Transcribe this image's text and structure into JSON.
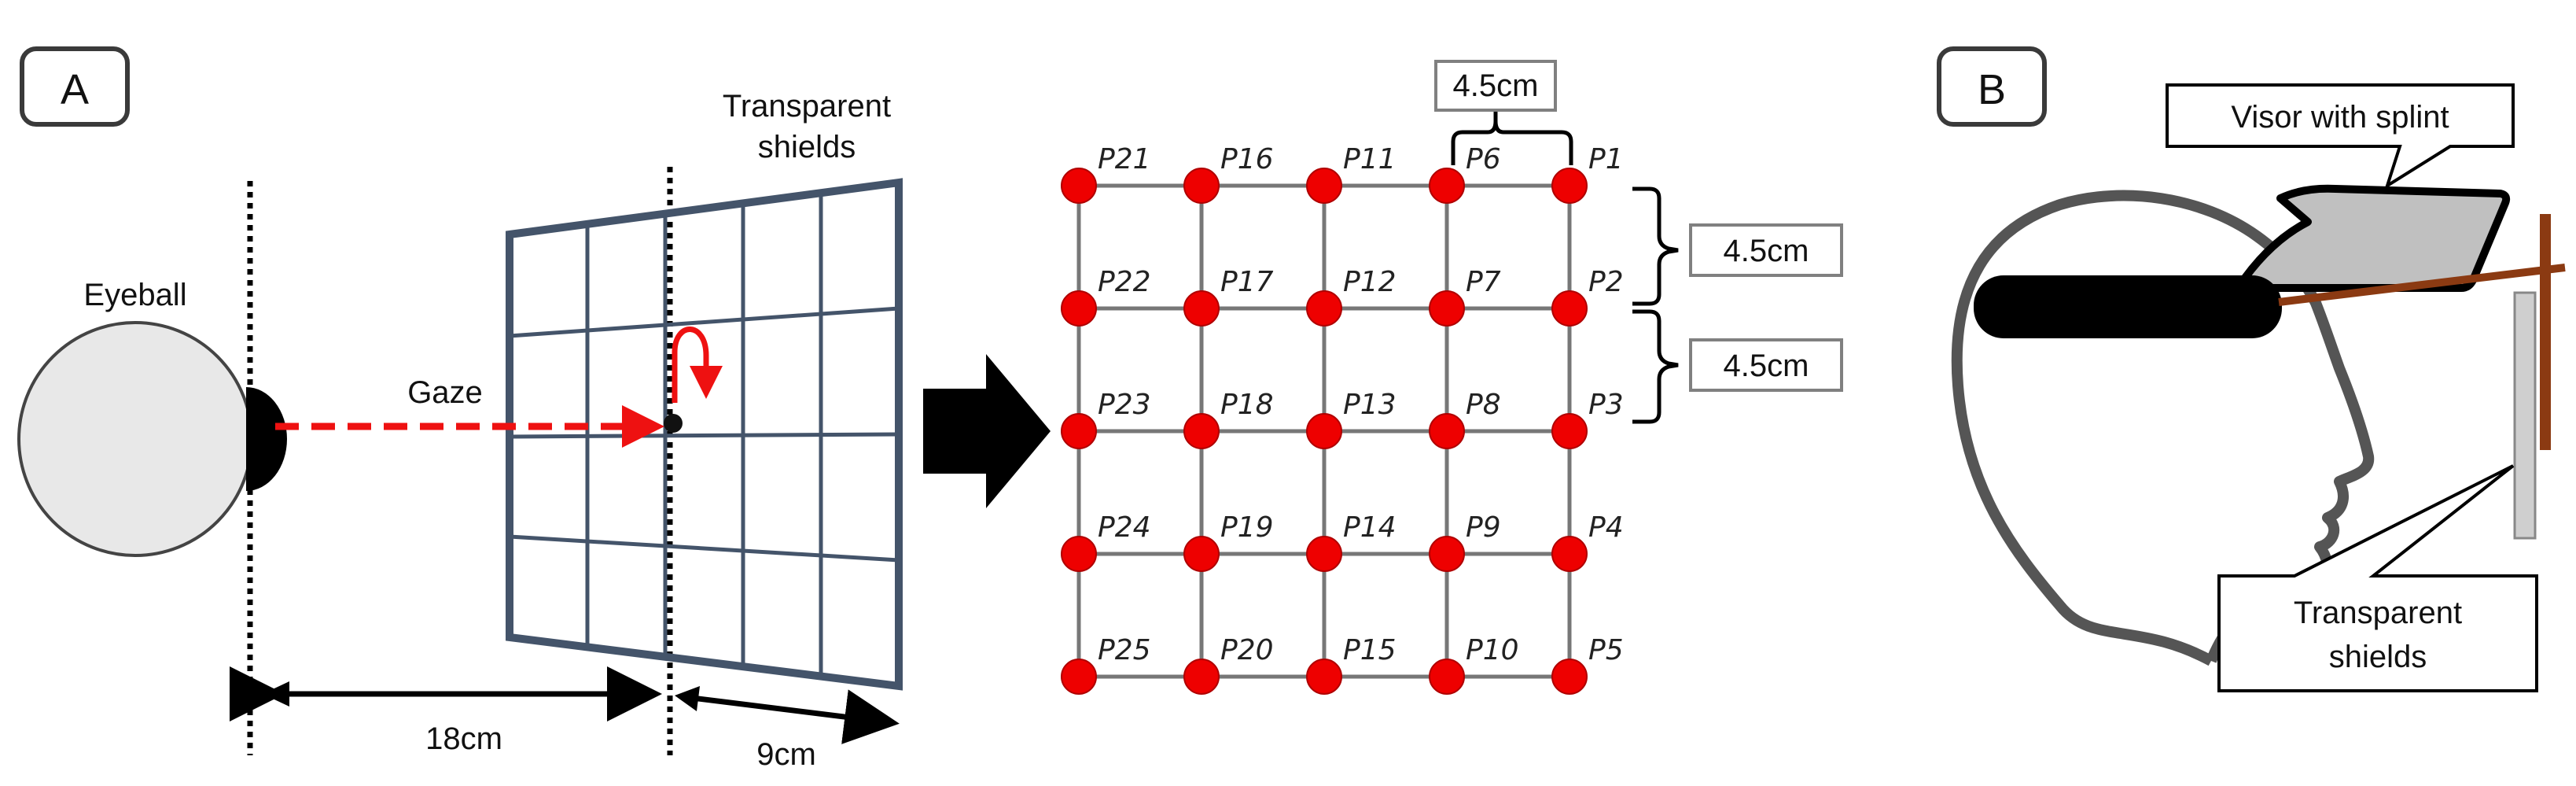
{
  "panel_a": {
    "badge": "A",
    "eyeball_label": "Eyeball",
    "gaze_label": "Gaze",
    "shields_label_line1": "Transparent",
    "shields_label_line2": "shields",
    "dist_eye_to_shield": "18cm",
    "dist_shield_width": "9cm"
  },
  "grid": {
    "points": [
      [
        "P21",
        "P16",
        "P11",
        "P6",
        "P1"
      ],
      [
        "P22",
        "P17",
        "P12",
        "P7",
        "P2"
      ],
      [
        "P23",
        "P18",
        "P13",
        "P8",
        "P3"
      ],
      [
        "P24",
        "P19",
        "P14",
        "P9",
        "P4"
      ],
      [
        "P25",
        "P20",
        "P15",
        "P10",
        "P5"
      ]
    ],
    "spacing_top": "4.5cm",
    "spacing_right_1": "4.5cm",
    "spacing_right_2": "4.5cm",
    "point_color": "#ee0000",
    "line_color": "#777777"
  },
  "panel_b": {
    "badge": "B",
    "visor_label": "Visor with splint",
    "shields_label_line1": "Transparent",
    "shields_label_line2": "shields"
  },
  "colors": {
    "gaze_arrow": "#ee1111",
    "shield_frame": "#44546a",
    "splint": "#8b3a12",
    "visor_fill": "#c0c0c0"
  }
}
